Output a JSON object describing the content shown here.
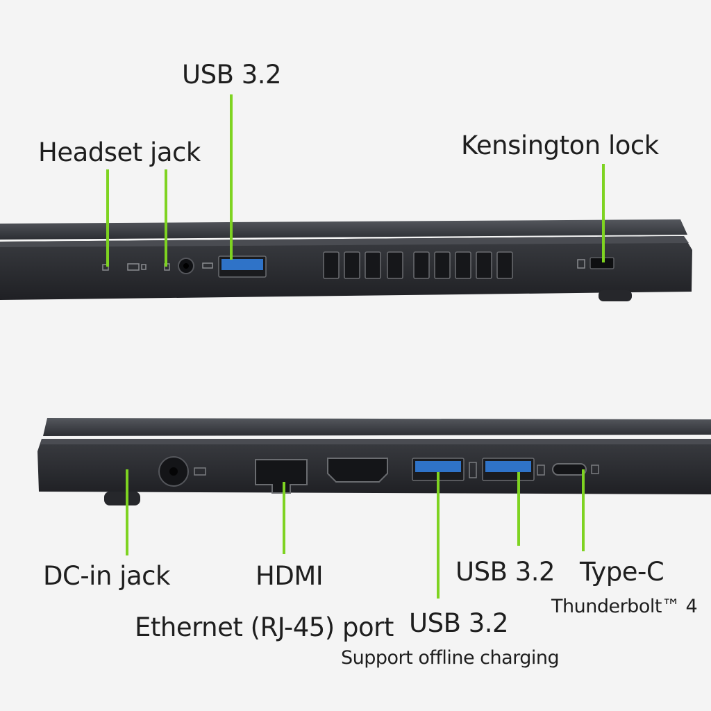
{
  "colors": {
    "background": "#f4f4f4",
    "leader_line": "#7ed321",
    "chassis": "#2b2d31",
    "usb_port": "#2f73c8",
    "text": "#1e1e1e"
  },
  "left_side": {
    "labels": {
      "usb": "USB 3.2",
      "headset": "Headset jack",
      "kensington": "Kensington lock"
    }
  },
  "right_side": {
    "labels": {
      "dc_in": "DC-in jack",
      "hdmi": "HDMI",
      "ethernet": "Ethernet (RJ-45) port",
      "usb_a": "USB 3.2",
      "usb_b": "USB 3.2",
      "usb_b_note": "Support offline charging",
      "type_c": "Type-C",
      "type_c_note": "Thunderbolt™ 4"
    }
  }
}
